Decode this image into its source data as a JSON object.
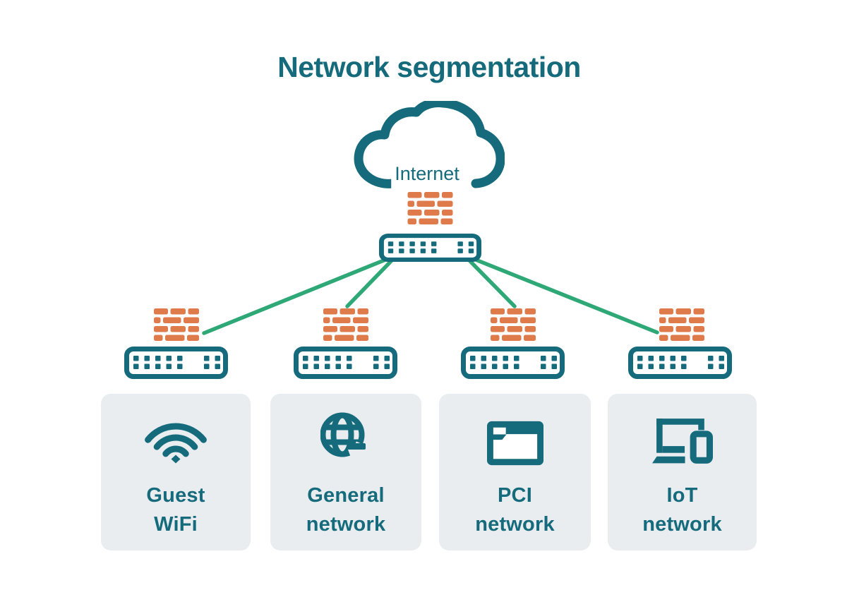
{
  "title": "Network segmentation",
  "cloud": {
    "label": "Internet",
    "icon": "cloud-icon"
  },
  "core": {
    "firewall_icon": "firewall-icon",
    "switch_icon": "switch-icon"
  },
  "colors": {
    "teal": "#156B7C",
    "orange": "#DF7A4B",
    "green": "#2FA878",
    "card_bg": "#E9EDF0",
    "background": "#FFFFFF"
  },
  "networks": [
    {
      "id": "guest-wifi",
      "icon": "wifi-icon",
      "label_line1": "Guest",
      "label_line2": "WiFi"
    },
    {
      "id": "general-network",
      "icon": "globe-icon",
      "label_line1": "General",
      "label_line2": "network"
    },
    {
      "id": "pci-network",
      "icon": "credit-card-icon",
      "label_line1": "PCI",
      "label_line2": "network"
    },
    {
      "id": "iot-network",
      "icon": "devices-icon",
      "label_line1": "IoT",
      "label_line2": "network"
    }
  ]
}
